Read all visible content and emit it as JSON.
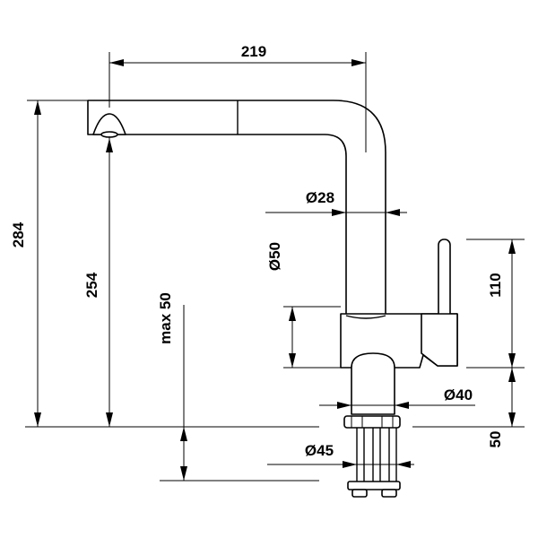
{
  "dimensions": {
    "width_top": "219",
    "height_total": "284",
    "height_spout": "254",
    "max_deck": "max 50",
    "tube_diameter": "Ø28",
    "body_diameter": "Ø50",
    "lever_height": "110",
    "base_diameter": "Ø40",
    "base_height": "50",
    "shank_diameter": "Ø45"
  }
}
